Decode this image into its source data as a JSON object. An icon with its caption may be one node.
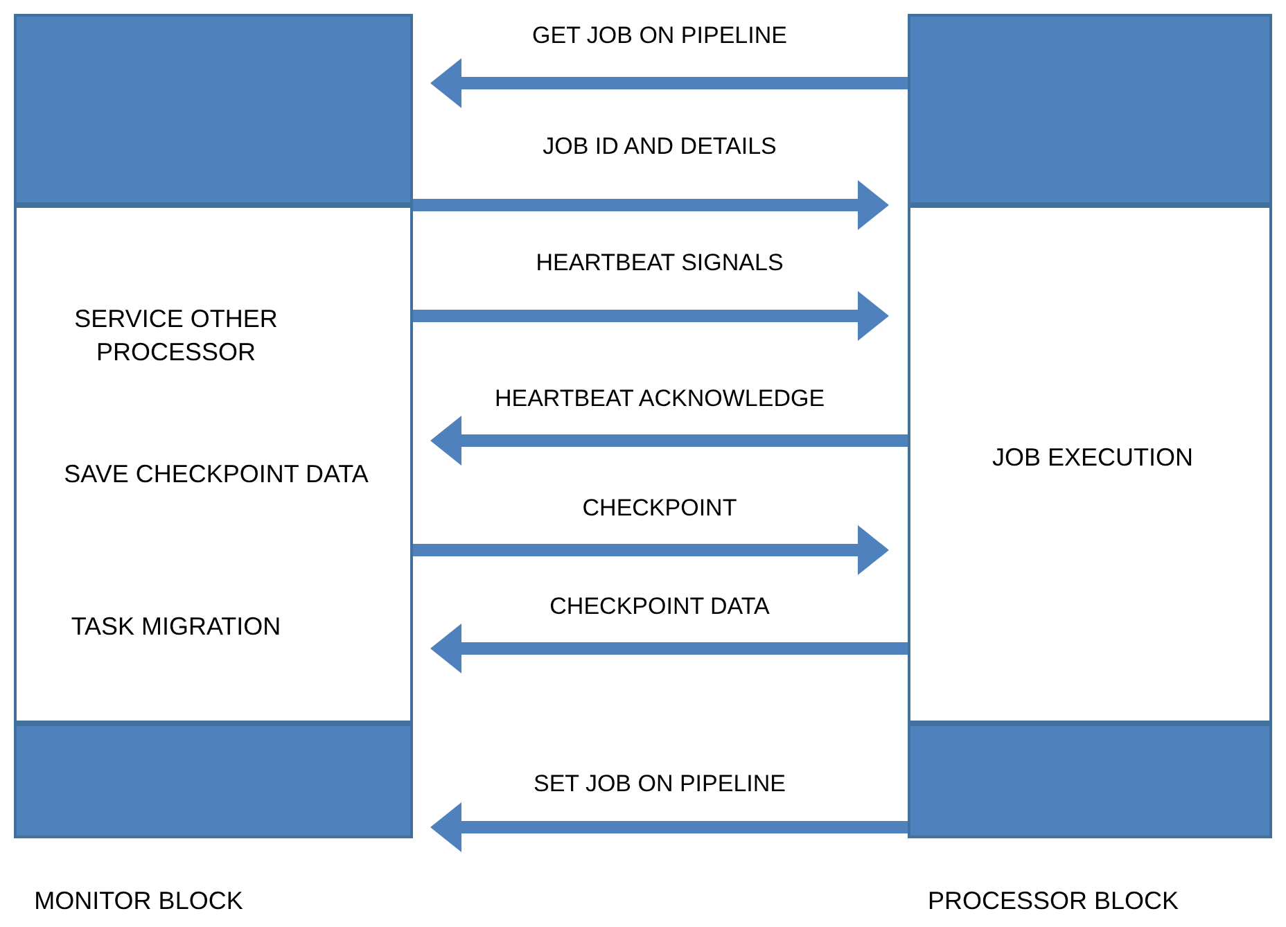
{
  "diagram": {
    "nodes": [
      {
        "text": [
          "MONITOR BLOCK"
        ]
      },
      {
        "text": [],
        "shape": "box",
        "in": 0
      },
      {
        "text": [
          "SERVICE OTHER PROCESSOR",
          "SAVE CHECKPOINT DATA",
          "TASK MIGRATION"
        ],
        "in": 0
      },
      {
        "text": [],
        "shape": "box",
        "in": 0
      },
      {
        "text": [
          "PROCESSOR BLOCK"
        ]
      },
      {
        "text": [],
        "shape": "box",
        "in": 4
      },
      {
        "text": [
          "JOB EXECUTION"
        ],
        "in": 4
      },
      {
        "text": [],
        "shape": "box",
        "in": 4
      }
    ],
    "edges": [
      {
        "from": 5,
        "to": 1,
        "arrow": "to",
        "label": "GET JOB ON PIPELINE"
      },
      {
        "from": 1,
        "to": 6,
        "arrow": "to",
        "label": "JOB ID AND DETAILS"
      },
      {
        "from": 2,
        "to": 6,
        "arrow": "to",
        "label": "HEARTBEAT SIGNALS"
      },
      {
        "from": 6,
        "to": 2,
        "arrow": "to",
        "label": "HEARTBEAT ACKNOWLEDGE"
      },
      {
        "from": 2,
        "to": 6,
        "arrow": "to",
        "label": "CHECKPOINT"
      },
      {
        "from": 6,
        "to": 2,
        "arrow": "to",
        "label": "CHECKPOINT DATA"
      },
      {
        "from": 7,
        "to": 3,
        "arrow": "to",
        "label": "SET JOB ON PIPELINE"
      }
    ]
  }
}
